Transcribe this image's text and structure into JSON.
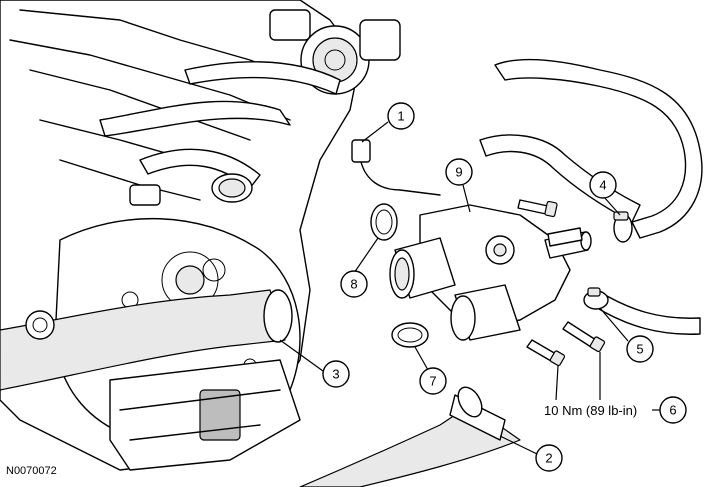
{
  "callouts": [
    {
      "number": "1"
    },
    {
      "number": "2"
    },
    {
      "number": "3"
    },
    {
      "number": "4"
    },
    {
      "number": "5"
    },
    {
      "number": "6"
    },
    {
      "number": "7"
    },
    {
      "number": "8"
    },
    {
      "number": "9"
    }
  ],
  "torque_spec": "10 Nm (89 lb-in)",
  "figure_id": "N0070072"
}
